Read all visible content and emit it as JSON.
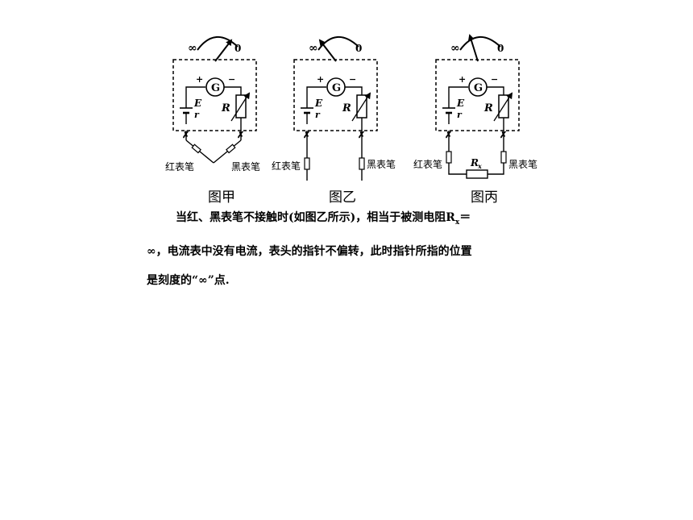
{
  "labels": {
    "infinity": "∞",
    "zero": "0",
    "plus": "+",
    "minus": "−",
    "galvanometer": "G",
    "emf": "E",
    "internal_r": "r",
    "rheostat": "R",
    "rx": "R",
    "rx_sub": "x",
    "red_probe": "红表笔",
    "black_probe": "黑表笔"
  },
  "figures": [
    {
      "caption": "图甲"
    },
    {
      "caption": "图乙"
    },
    {
      "caption": "图丙"
    }
  ],
  "text": {
    "line1_a": "当红、黑表笔不接触时(如图乙所示)，相当于被测电阻",
    "line1_r": "R",
    "line1_sub": "x",
    "line1_b": "＝",
    "line2": "∞，电流表中没有电流，表头的指针不偏转，此时指针所指的位置",
    "line3": "是刻度的“∞”点."
  }
}
